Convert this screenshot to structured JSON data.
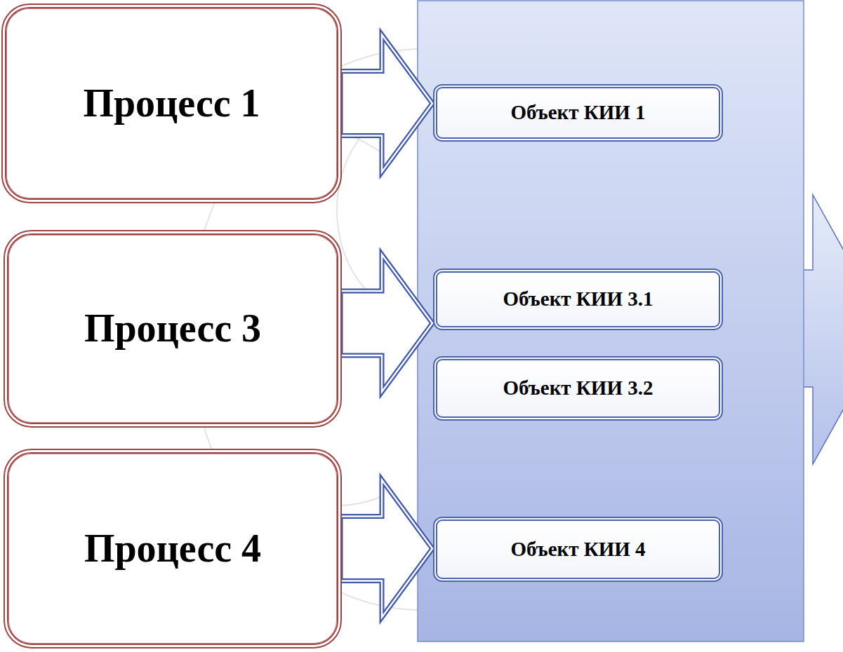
{
  "diagram": {
    "nodes": [
      {
        "text": [
          "Процесс 1"
        ]
      },
      {
        "text": [
          "Объект КИИ 1"
        ]
      },
      {
        "text": [
          "Процесс 3"
        ]
      },
      {
        "text": [
          "Объект КИИ 3.1"
        ]
      },
      {
        "text": [
          "Объект КИИ 3.2"
        ]
      },
      {
        "text": [
          "Процесс 4"
        ]
      },
      {
        "text": [
          "Объект КИИ 4"
        ]
      }
    ],
    "edges": [
      {
        "from": 0,
        "to": 1,
        "arrow": "to"
      },
      {
        "from": 2,
        "to": 3,
        "arrow": "to"
      },
      {
        "from": 5,
        "to": 6,
        "arrow": "to"
      }
    ]
  }
}
